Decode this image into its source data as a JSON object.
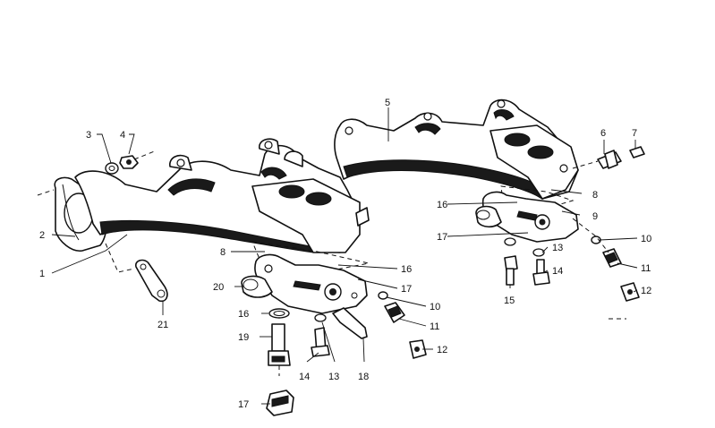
{
  "diagram": {
    "part_numbers": [
      "1",
      "2",
      "3",
      "4",
      "5",
      "6",
      "7",
      "8",
      "9",
      "10",
      "11",
      "12",
      "13",
      "14",
      "15",
      "16",
      "17",
      "18",
      "19",
      "20",
      "21"
    ],
    "callouts": [
      {
        "id": "c1",
        "label": "1"
      },
      {
        "id": "c2",
        "label": "2"
      },
      {
        "id": "c3",
        "label": "3"
      },
      {
        "id": "c4",
        "label": "4"
      },
      {
        "id": "c5",
        "label": "5"
      },
      {
        "id": "c6",
        "label": "6"
      },
      {
        "id": "c7",
        "label": "7"
      },
      {
        "id": "c8a",
        "label": "8"
      },
      {
        "id": "c8b",
        "label": "8"
      },
      {
        "id": "c9",
        "label": "9"
      },
      {
        "id": "c10a",
        "label": "10"
      },
      {
        "id": "c10b",
        "label": "10"
      },
      {
        "id": "c11a",
        "label": "11"
      },
      {
        "id": "c11b",
        "label": "11"
      },
      {
        "id": "c12a",
        "label": "12"
      },
      {
        "id": "c12b",
        "label": "12"
      },
      {
        "id": "c13a",
        "label": "13"
      },
      {
        "id": "c13b",
        "label": "13"
      },
      {
        "id": "c14a",
        "label": "14"
      },
      {
        "id": "c14b",
        "label": "14"
      },
      {
        "id": "c15",
        "label": "15"
      },
      {
        "id": "c16a",
        "label": "16"
      },
      {
        "id": "c16b",
        "label": "16"
      },
      {
        "id": "c16c",
        "label": "16"
      },
      {
        "id": "c17a",
        "label": "17"
      },
      {
        "id": "c17b",
        "label": "17"
      },
      {
        "id": "c17c",
        "label": "17"
      },
      {
        "id": "c18",
        "label": "18"
      },
      {
        "id": "c19",
        "label": "19"
      },
      {
        "id": "c20",
        "label": "20"
      },
      {
        "id": "c21",
        "label": "21"
      }
    ]
  }
}
